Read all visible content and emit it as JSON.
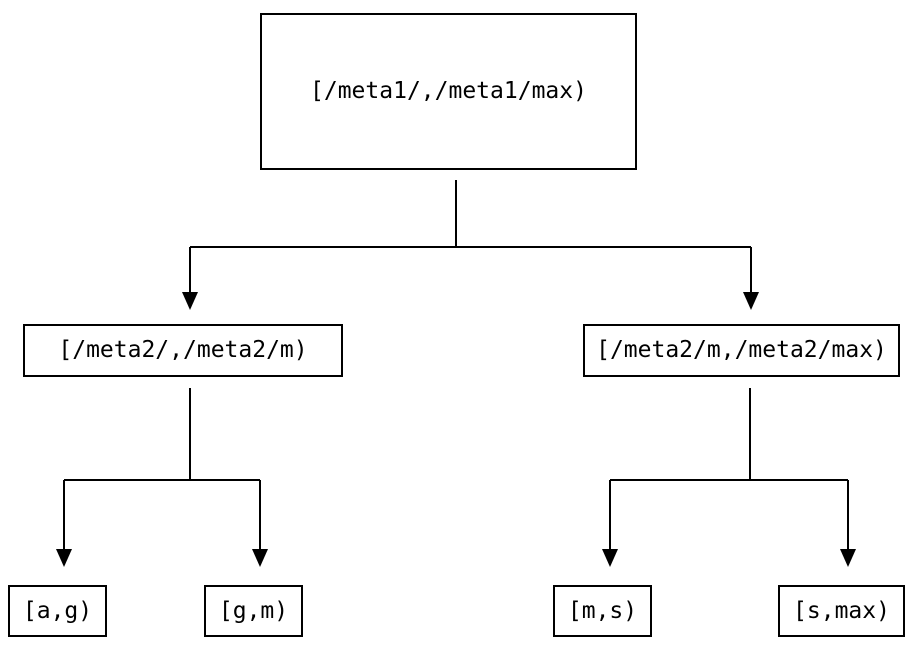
{
  "diagram": {
    "type": "tree",
    "description_visible": false,
    "nodes": [
      {
        "id": "root",
        "level": 0,
        "label": "[/meta1/,/meta1/max)"
      },
      {
        "id": "meta2-low",
        "level": 1,
        "label": "[/meta2/,/meta2/m)"
      },
      {
        "id": "meta2-high",
        "level": 1,
        "label": "[/meta2/m,/meta2/max)"
      },
      {
        "id": "leaf-ag",
        "level": 2,
        "label": "[a,g)"
      },
      {
        "id": "leaf-gm",
        "level": 2,
        "label": "[g,m)"
      },
      {
        "id": "leaf-ms",
        "level": 2,
        "label": "[m,s)"
      },
      {
        "id": "leaf-smax",
        "level": 2,
        "label": "[s,max)"
      }
    ],
    "edges": [
      {
        "from": "root",
        "to": "meta2-low"
      },
      {
        "from": "root",
        "to": "meta2-high"
      },
      {
        "from": "meta2-low",
        "to": "leaf-ag"
      },
      {
        "from": "meta2-low",
        "to": "leaf-gm"
      },
      {
        "from": "meta2-high",
        "to": "leaf-ms"
      },
      {
        "from": "meta2-high",
        "to": "leaf-smax"
      }
    ]
  },
  "colors": {
    "line": "#000000",
    "text": "#000000",
    "background": "#ffffff"
  }
}
